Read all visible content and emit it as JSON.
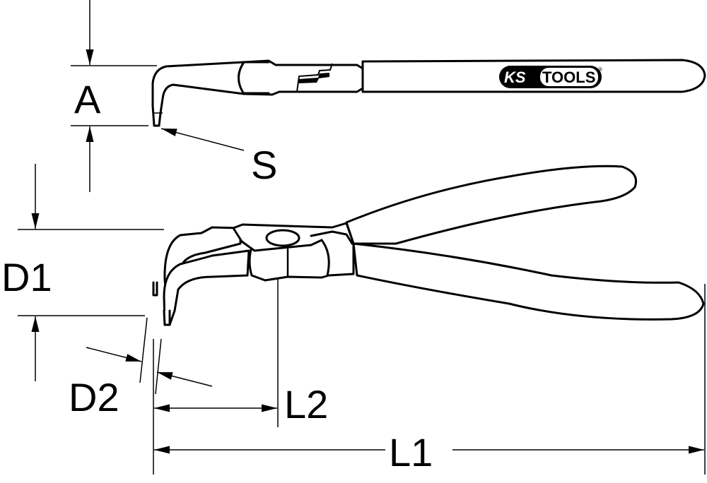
{
  "labels": {
    "A": "A",
    "S": "S",
    "D1": "D1",
    "D2": "D2",
    "L2": "L2",
    "L1": "L1"
  },
  "logo": {
    "ks": "KS",
    "tools": "TOOLS",
    "registered": "®"
  },
  "colors": {
    "line": "#000000",
    "background": "#ffffff"
  }
}
